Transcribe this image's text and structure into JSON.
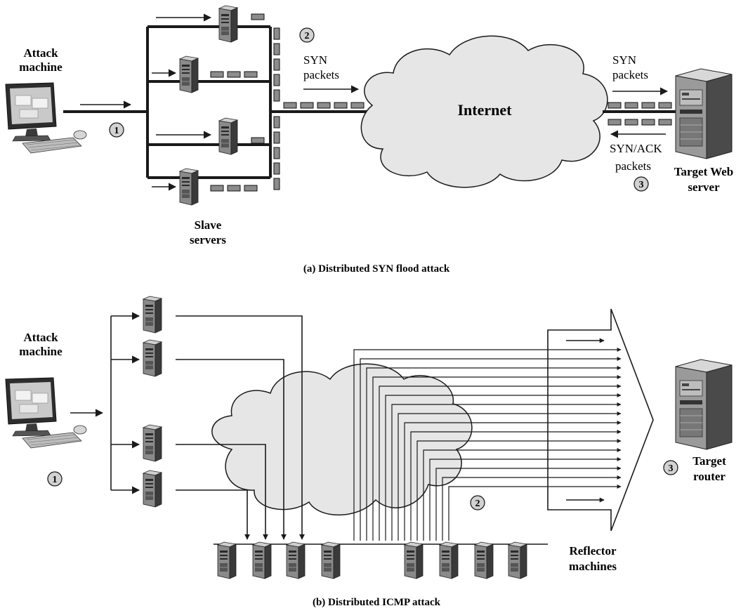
{
  "panel_a": {
    "caption": "(a) Distributed SYN flood attack",
    "attack_machine": [
      "Attack",
      "machine"
    ],
    "slave_servers": [
      "Slave",
      "servers"
    ],
    "syn_packets_left": [
      "SYN",
      "packets"
    ],
    "internet": "Internet",
    "syn_packets_right": [
      "SYN",
      "packets"
    ],
    "syn_ack_packets": [
      "SYN/ACK",
      "packets"
    ],
    "target": [
      "Target Web",
      "server"
    ],
    "step_1": "1",
    "step_2": "2",
    "step_3": "3"
  },
  "panel_b": {
    "caption": "(b) Distributed ICMP attack",
    "attack_machine": [
      "Attack",
      "machine"
    ],
    "target": [
      "Target",
      "router"
    ],
    "reflectors": [
      "Reflector",
      "machines"
    ],
    "step_1": "1",
    "step_2": "2",
    "step_3": "3"
  },
  "colors": {
    "cloud": "#e6e6e6",
    "packet": "#8c8c8c",
    "line": "#1a1a1a"
  }
}
